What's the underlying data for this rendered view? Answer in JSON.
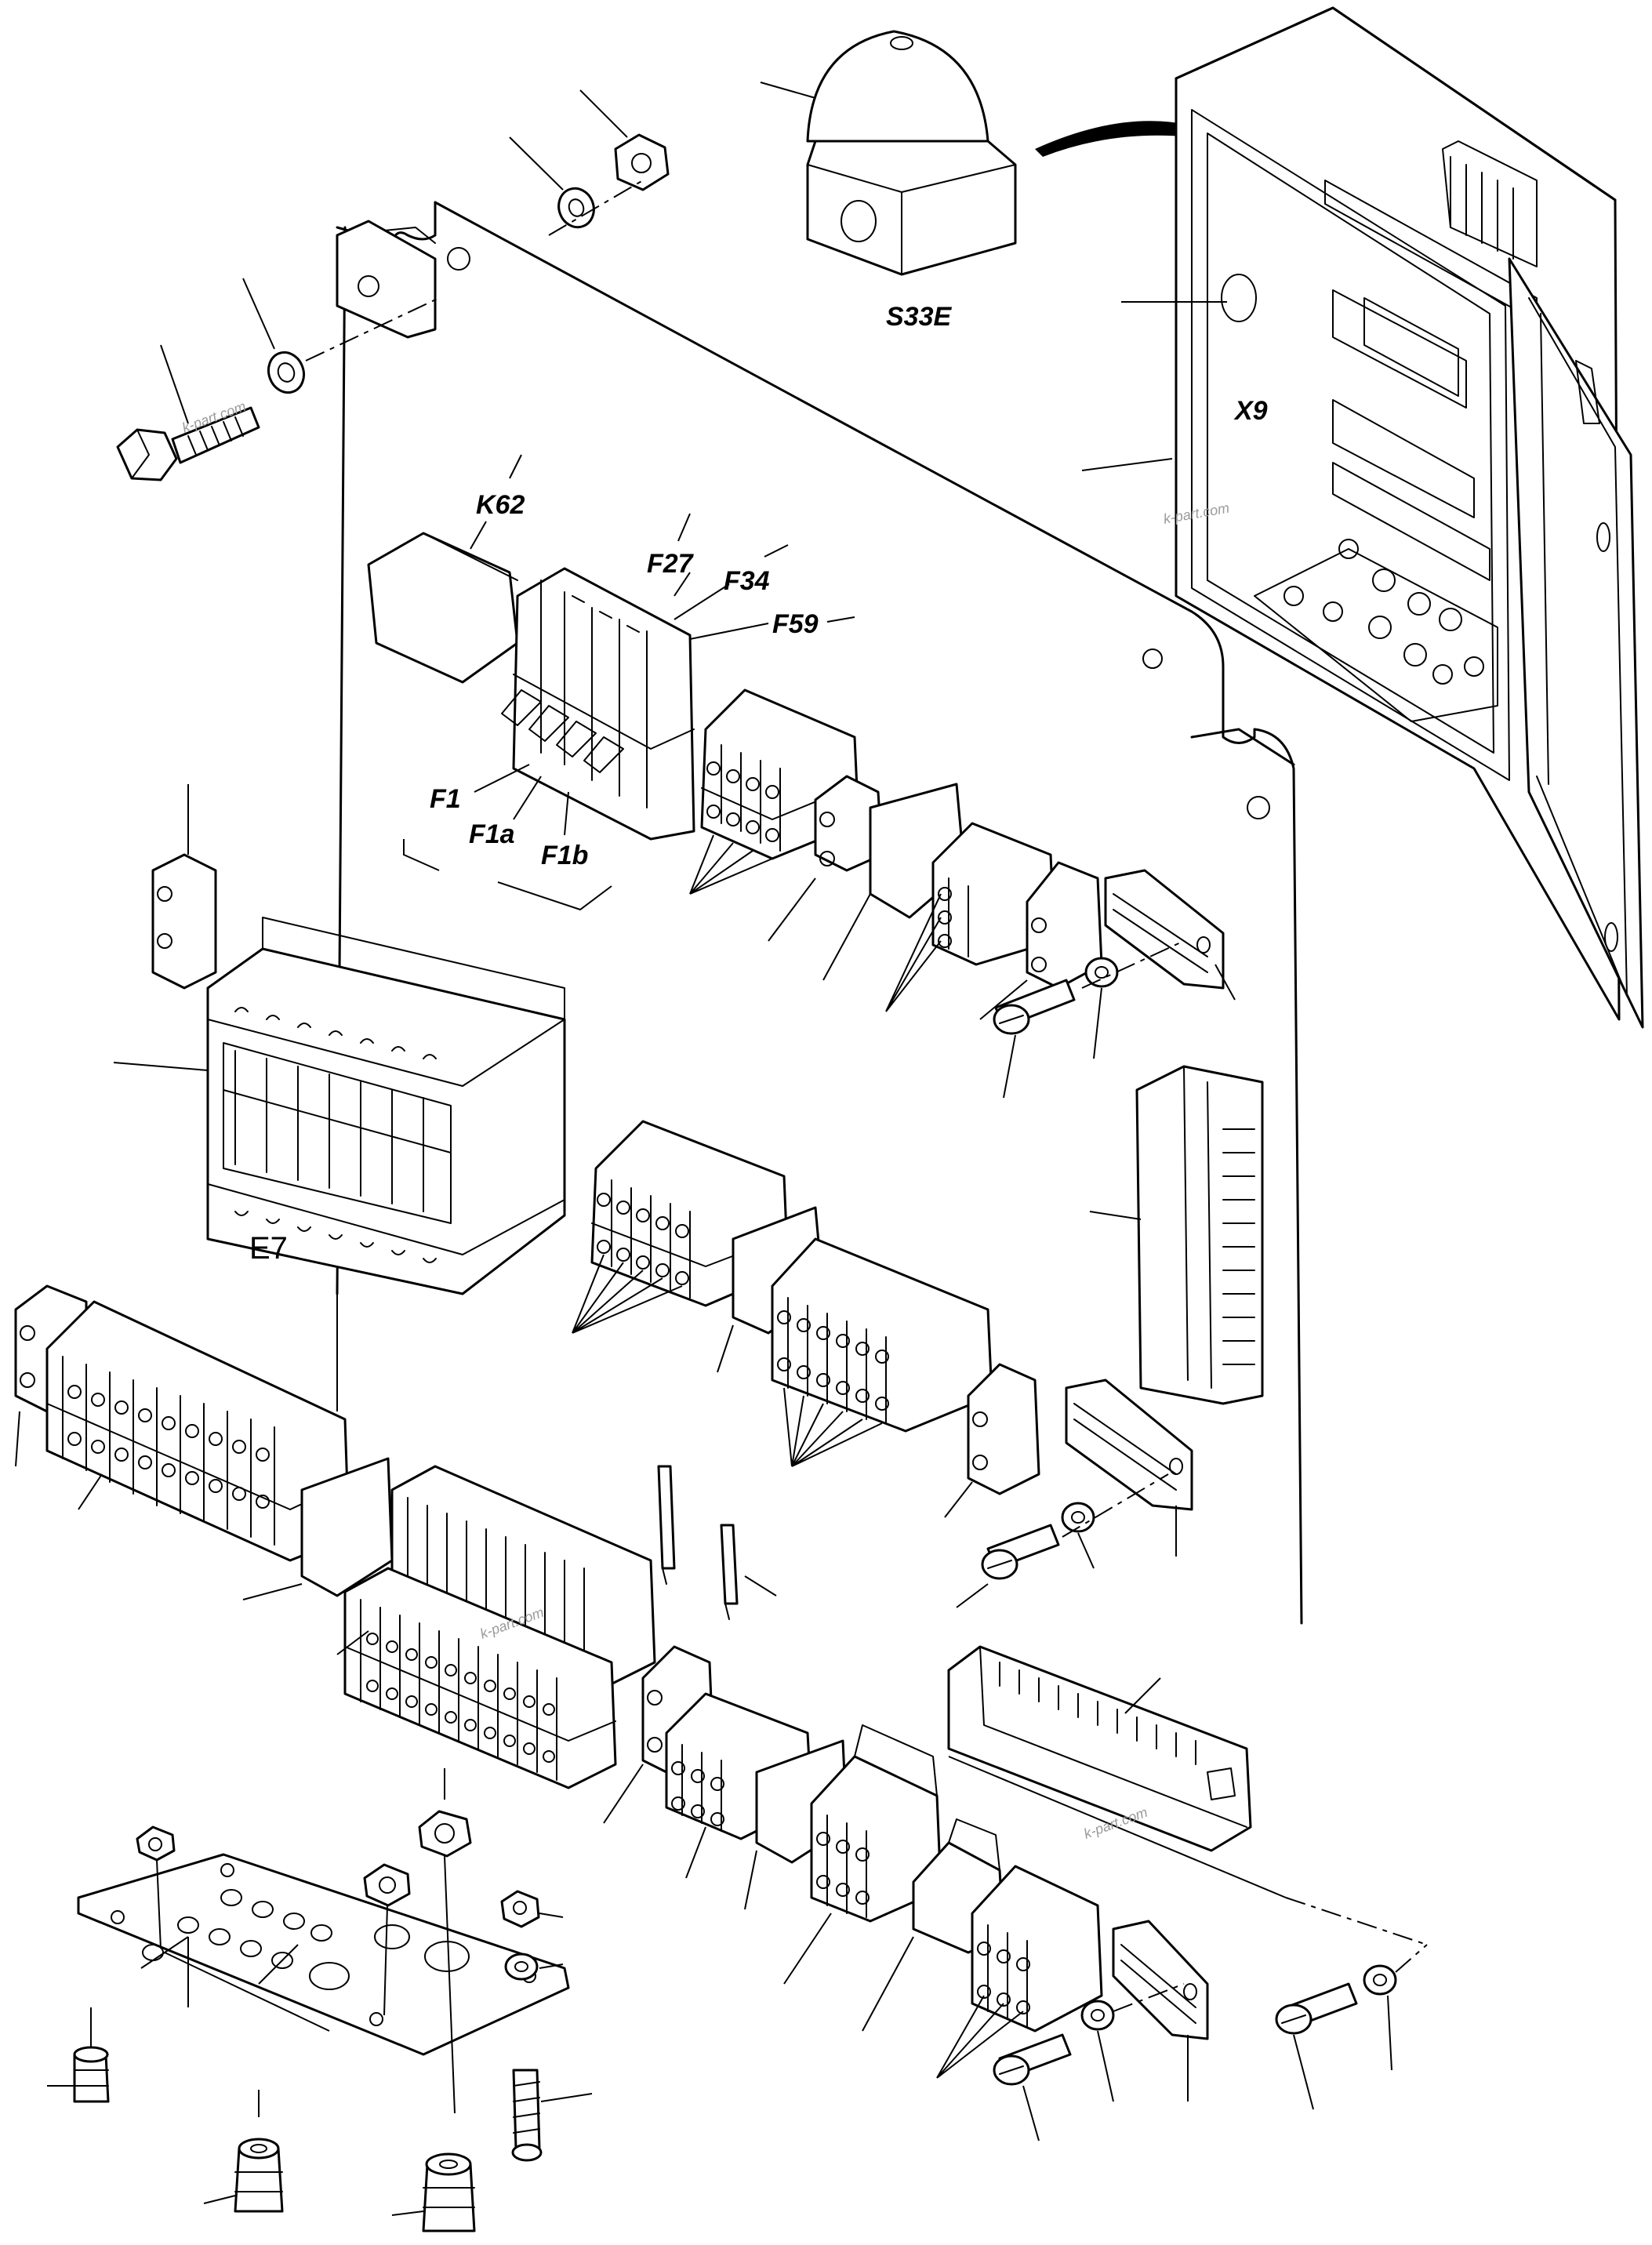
{
  "labels": {
    "s33e": "S33E",
    "x9": "X9",
    "k62": "K62",
    "f27": "F27",
    "f34": "F34",
    "f59": "F59",
    "f1": "F1",
    "f1a": "F1a",
    "f1b": "F1b",
    "e7": "E7"
  },
  "watermarks": [
    "k-part.com",
    "k-part.com",
    "k-part.com",
    "k-part.com"
  ],
  "colors": {
    "ink": "#000000",
    "paper": "#ffffff",
    "watermark": "#9a9a9a"
  }
}
